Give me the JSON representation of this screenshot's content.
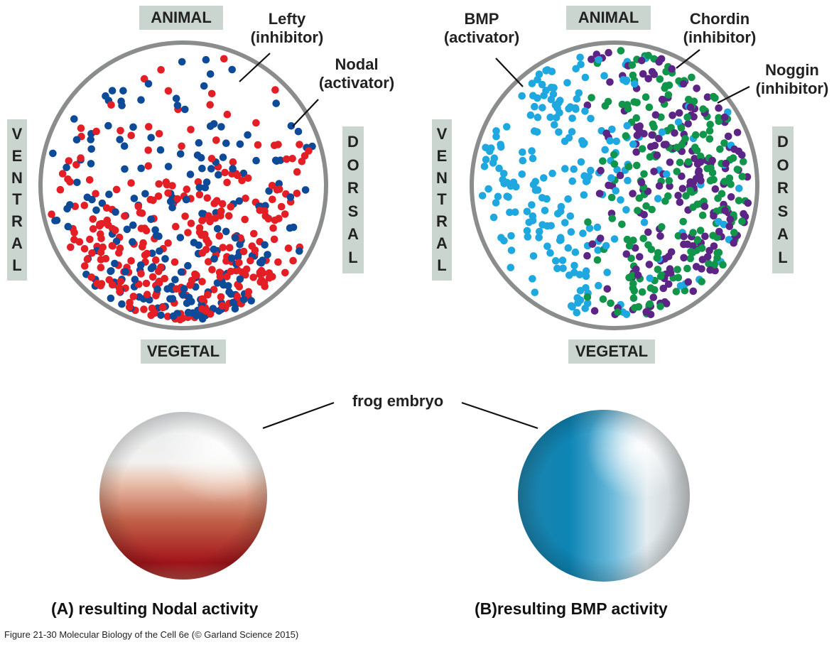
{
  "panel_a": {
    "top_label": "ANIMAL",
    "bottom_label": "VEGETAL",
    "left_label": "VENTRAL",
    "right_label": "DORSAL",
    "annotations": [
      {
        "name": "Lefty",
        "role": "(inhibitor)"
      },
      {
        "name": "Nodal",
        "role": "(activator)"
      }
    ],
    "caption": "(A) resulting Nodal activity"
  },
  "panel_b": {
    "top_label": "ANIMAL",
    "bottom_label": "VEGETAL",
    "left_label": "VENTRAL",
    "right_label": "DORSAL",
    "annotations": [
      {
        "name": "BMP",
        "role": "(activator)"
      },
      {
        "name": "Chordin",
        "role": "(inhibitor)"
      },
      {
        "name": "Noggin",
        "role": "(inhibitor)"
      }
    ],
    "caption": "(B)resulting BMP activity"
  },
  "shared_label": "frog embryo",
  "footer": "Figure 21-30  Molecular Biology of the Cell 6e (© Garland Science 2015)",
  "colors": {
    "nodal": "#e31e24",
    "lefty": "#0d4a98",
    "bmp": "#1fa8e0",
    "chordin": "#11954a",
    "noggin": "#5b2485",
    "ring": "#8a8d8c",
    "label_bg": "#cbd5cf"
  }
}
